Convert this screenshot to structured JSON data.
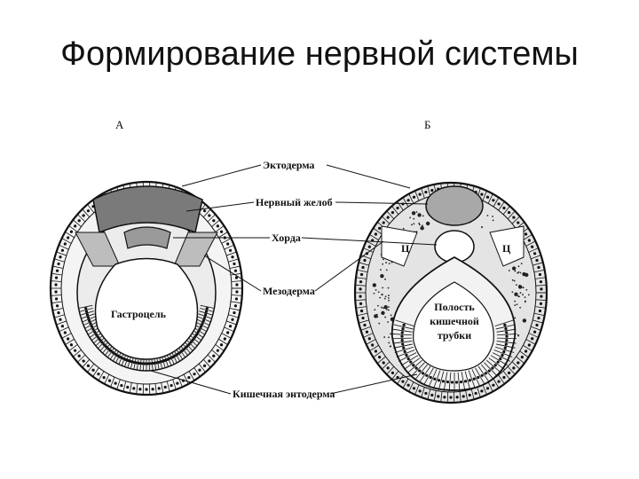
{
  "slide": {
    "title": "Формирование нервной системы"
  },
  "figure": {
    "panel_a": "А",
    "panel_b": "Б",
    "labels": {
      "ectoderm": "Эктодерма",
      "neural_groove": "Нервный желоб",
      "notochord": "Хорда",
      "mesoderm": "Мезодерма",
      "intestinal_endoderm": "Кишечная энтодерма"
    },
    "a_inner": "Гастроцель",
    "b_inner": [
      "Полость",
      "кишечной",
      "трубки"
    ],
    "somite_mark": "Ц"
  }
}
